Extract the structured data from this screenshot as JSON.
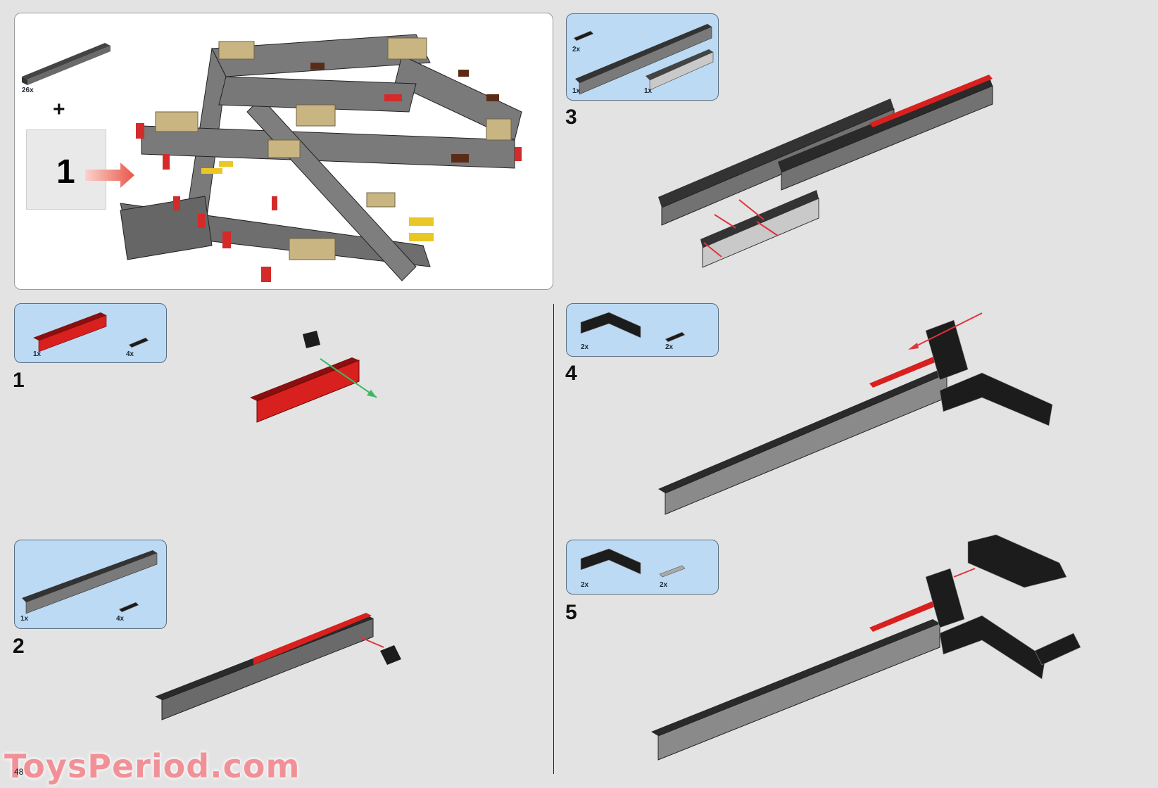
{
  "page": {
    "number": "48",
    "watermark": "ToysPeriod.com",
    "background": "#e3e3e3"
  },
  "overview": {
    "required_parts": [
      {
        "part": "technic-beam-15-dark-gray",
        "qty": "26x"
      }
    ],
    "plus_sign": "+",
    "bag": {
      "label": "1",
      "icon": "parts-bag-icon"
    },
    "arrow_color": "#e8574a"
  },
  "steps": [
    {
      "number": "1",
      "parts": [
        {
          "part": "technic-brick-1x8-red",
          "qty": "1x"
        },
        {
          "part": "technic-pin-black",
          "qty": "4x"
        }
      ],
      "arrow_color": "#3cb764"
    },
    {
      "number": "2",
      "parts": [
        {
          "part": "technic-brick-1x16-dark-gray",
          "qty": "1x"
        },
        {
          "part": "technic-pin-black",
          "qty": "4x"
        }
      ],
      "arrow_color": "#e0333c"
    },
    {
      "number": "3",
      "parts": [
        {
          "part": "technic-pin-black",
          "qty": "2x"
        },
        {
          "part": "technic-brick-1x16-dark-gray",
          "qty": "1x"
        },
        {
          "part": "technic-brick-1x8-light-gray",
          "qty": "1x"
        }
      ],
      "arrow_color": "#e0333c"
    },
    {
      "number": "4",
      "parts": [
        {
          "part": "technic-brick-angle-black",
          "qty": "2x"
        },
        {
          "part": "technic-pin-black",
          "qty": "2x"
        }
      ],
      "arrow_color": "#e0333c"
    },
    {
      "number": "5",
      "parts": [
        {
          "part": "technic-brick-angle-black",
          "qty": "2x"
        },
        {
          "part": "technic-axle-pin-gray",
          "qty": "2x"
        }
      ],
      "arrow_color": "#e0333c"
    }
  ],
  "colors": {
    "parts_box_bg": "#bcdaf4",
    "red": "#d8201e",
    "dark_gray": "#5e5e5e",
    "light_gray": "#a9a9a9",
    "black": "#1c1c1c",
    "tan": "#c8b582"
  }
}
